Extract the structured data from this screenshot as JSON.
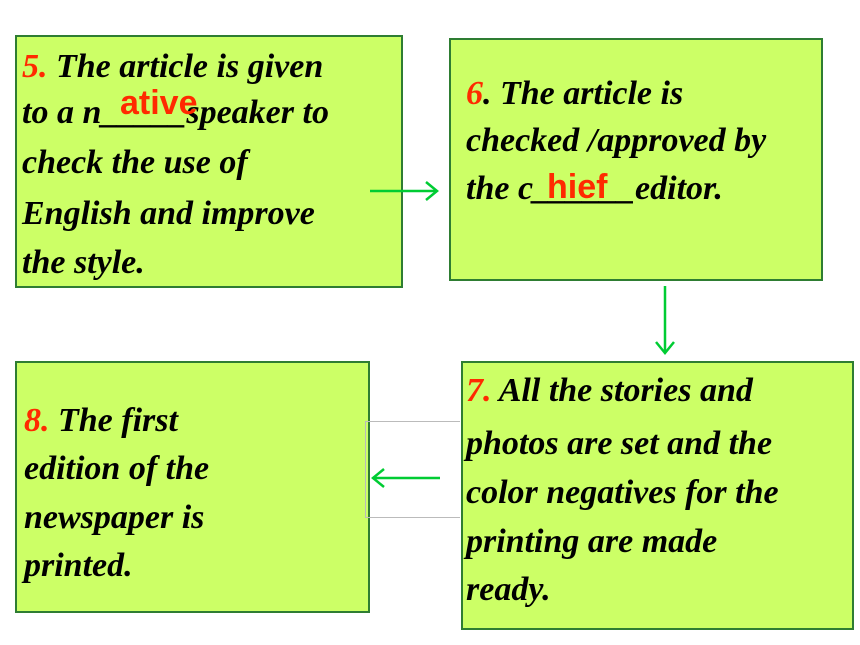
{
  "colors": {
    "box_fill": "#ccff66",
    "box_border": "#2e7d32",
    "number": "#ff2a00",
    "answer": "#ff2a00",
    "arrow": "#00cc33"
  },
  "steps": {
    "s5": {
      "number": "5.",
      "line1": "The article is given",
      "line2_pre": "to a n_____",
      "line2_post": "speaker to",
      "answer": "ative",
      "line3": "check the use of",
      "line4": "English and improve",
      "line5": "the style."
    },
    "s6": {
      "number": "6",
      "line1": ". The article is",
      "line2": "checked /approved by",
      "line3_pre": "the c______",
      "line3_post": "editor.",
      "answer": "hief"
    },
    "s7": {
      "number": "7.",
      "line1": "All the stories and",
      "line2": "photos are set and the",
      "line3": "color negatives for the",
      "line4": "printing are made",
      "line5": "ready."
    },
    "s8": {
      "number": "8.",
      "line1": "The first",
      "line2": "edition of the",
      "line3": "newspaper is",
      "line4": "printed."
    }
  },
  "arrows": [
    {
      "from": "step-5",
      "to": "step-6",
      "direction": "right"
    },
    {
      "from": "step-6",
      "to": "step-7",
      "direction": "down"
    },
    {
      "from": "step-7",
      "to": "step-8",
      "direction": "left"
    }
  ]
}
